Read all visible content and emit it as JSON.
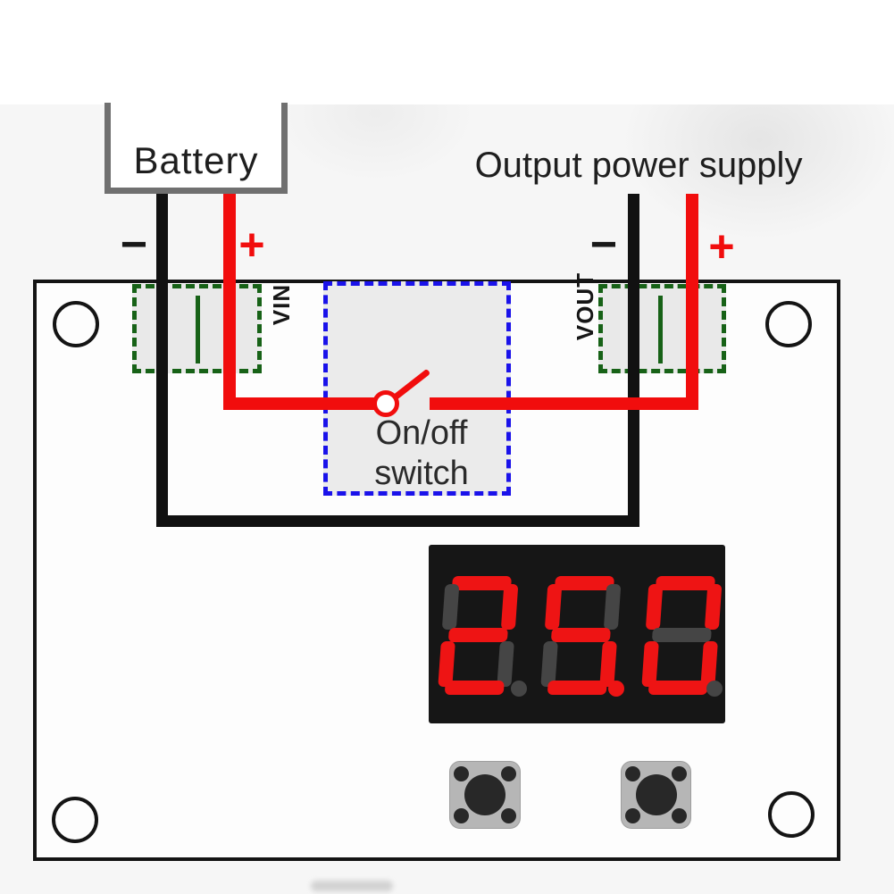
{
  "labels": {
    "battery": "Battery",
    "output_power_supply": "Output power supply",
    "on_off_line1": "On/off",
    "on_off_line2": "switch",
    "vin": "VIN",
    "vout": "VOUT"
  },
  "polarity": {
    "battery_minus": "−",
    "battery_plus": "+",
    "output_minus": "−",
    "output_plus": "+"
  },
  "display": {
    "value": "25.0",
    "background": "#161616",
    "lit_color": "#ee1414",
    "unlit_color": "#454545",
    "digits": [
      {
        "char": "2",
        "dp": false,
        "segments": {
          "a": true,
          "b": true,
          "c": false,
          "d": true,
          "e": true,
          "f": false,
          "g": true
        }
      },
      {
        "char": "5",
        "dp": true,
        "segments": {
          "a": true,
          "b": false,
          "c": true,
          "d": true,
          "e": false,
          "f": true,
          "g": true
        }
      },
      {
        "char": "0",
        "dp": false,
        "segments": {
          "a": true,
          "b": true,
          "c": true,
          "d": true,
          "e": true,
          "f": true,
          "g": false
        }
      }
    ]
  },
  "colors": {
    "wire_red": "#f10d0d",
    "wire_black": "#111111",
    "terminal_green": "#176217",
    "switch_blue": "#1a12ea",
    "pad_fill": "#e9e9e9",
    "board_outline": "#141414"
  }
}
